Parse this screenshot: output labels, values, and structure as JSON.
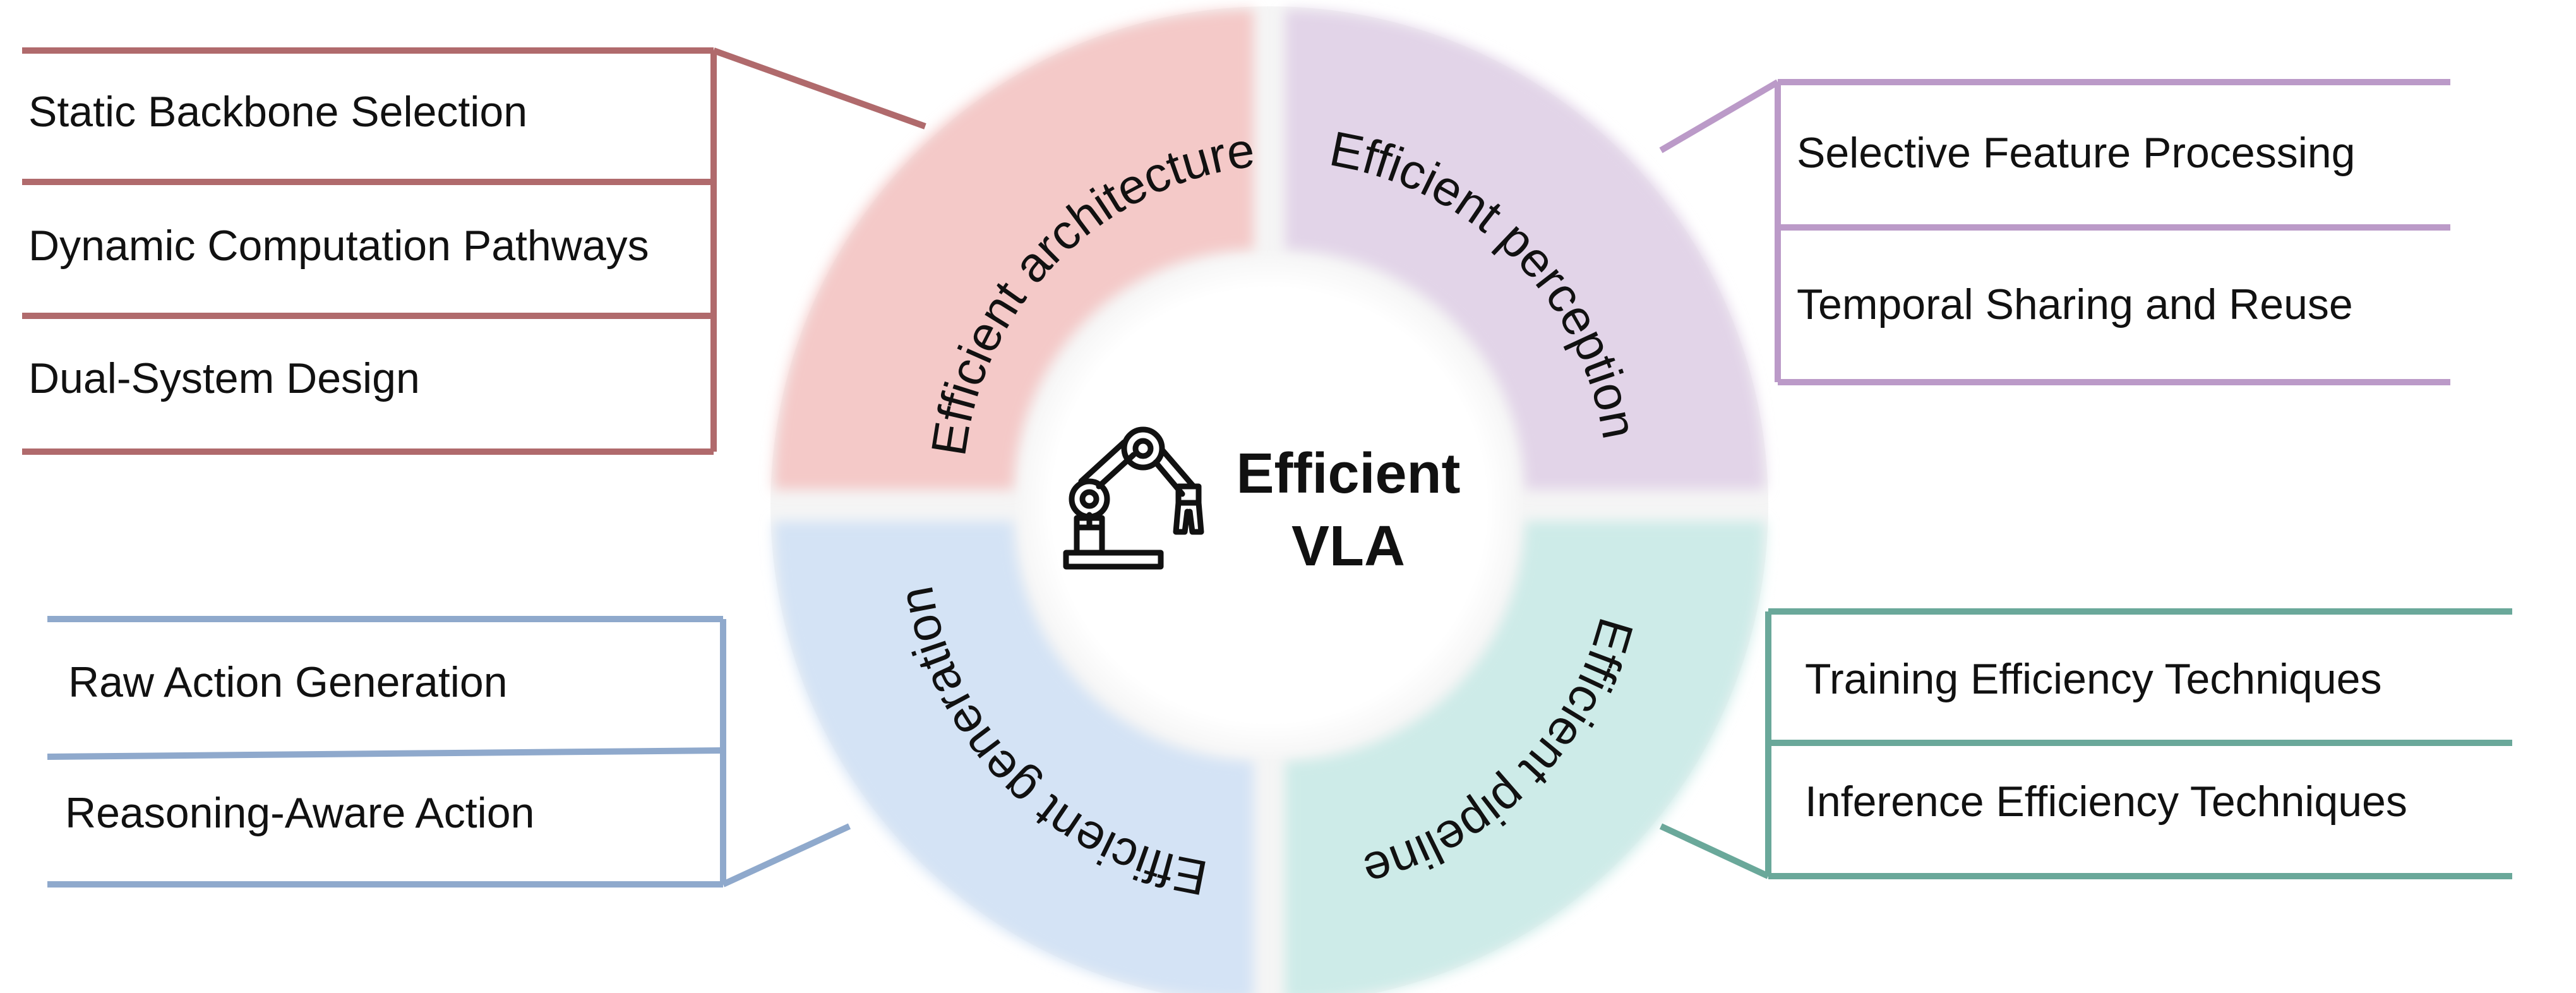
{
  "center": {
    "line1": "Efficient",
    "line2": "VLA"
  },
  "colors": {
    "architecture_border": "#b06a6c",
    "perception_border": "#bb9ac8",
    "generation_border": "#8fa9cc",
    "pipeline_border": "#6aa89a",
    "architecture_fill": "#f4c9c8",
    "perception_fill": "#e2d4e8",
    "generation_fill": "#d4e3f5",
    "pipeline_fill": "#cdebe8"
  },
  "quadrants": {
    "architecture": {
      "label": "Efficient architecture"
    },
    "perception": {
      "label": "Efficient perception"
    },
    "generation": {
      "label": "Efficient generation"
    },
    "pipeline": {
      "label": "Efficient pipeline"
    }
  },
  "boxes": {
    "architecture": {
      "items": [
        "Static Backbone Selection",
        "Dynamic Computation Pathways",
        "Dual-System Design"
      ]
    },
    "perception": {
      "items": [
        "Selective Feature Processing",
        "Temporal Sharing and Reuse"
      ]
    },
    "generation": {
      "items": [
        "Raw Action Generation",
        "Reasoning-Aware Action"
      ]
    },
    "pipeline": {
      "items": [
        "Training Efficiency Techniques",
        "Inference Efficiency Techniques"
      ]
    }
  },
  "icons": {
    "center_icon": "robot-arm-icon"
  }
}
